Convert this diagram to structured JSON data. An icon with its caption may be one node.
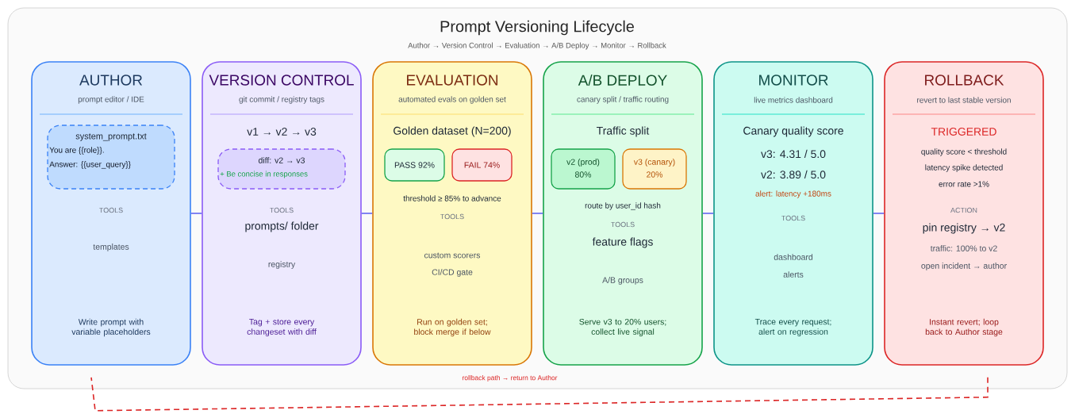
{
  "diagram": {
    "title": "Prompt Versioning Lifecycle",
    "nodes": [
      {
        "text": [
          "AUTHOR",
          "prompt editor / IDE",
          "TOOLS",
          "templates",
          "Write prompt with variable placeholders"
        ]
      },
      {
        "text": [
          "system_prompt.txt",
          "You are {{role}}.",
          "Answer: {{user_query}}"
        ],
        "in": 0
      },
      {
        "text": [
          "VERSION CONTROL",
          "git commit / registry tags",
          "v1 → v2 → v3",
          "TOOLS",
          "prompts/ folder",
          "registry",
          "Tag + store every changeset with diff"
        ]
      },
      {
        "text": [
          "diff: v2 → v3",
          "+ Be concise in responses"
        ],
        "in": 2
      },
      {
        "text": [
          "EVALUATION",
          "automated evals on golden set",
          "Golden dataset  (N=200)",
          "threshold ≥ 85% to advance",
          "TOOLS",
          "custom scorers",
          "CI/CD gate",
          "Run on golden set; block merge if below"
        ]
      },
      {
        "text": [
          "PASS  92%"
        ],
        "in": 4
      },
      {
        "text": [
          "FAIL  74%"
        ],
        "in": 4
      },
      {
        "text": [
          "A/B DEPLOY",
          "canary split / traffic routing",
          "Traffic split",
          "route by user_id hash",
          "TOOLS",
          "feature flags",
          "A/B groups",
          "Serve v3 to 20% users; collect live signal"
        ]
      },
      {
        "text": [
          "v2 (prod)",
          "80%"
        ],
        "in": 7
      },
      {
        "text": [
          "v3 (canary)",
          "20%"
        ],
        "in": 7
      },
      {
        "text": [
          "MONITOR",
          "live metrics dashboard",
          "Canary quality score",
          "v3: 4.31 / 5.0",
          "v2: 3.89 / 5.0",
          "alert: latency +180ms",
          "TOOLS",
          "dashboard",
          "alerts",
          "Trace every request; alert on regression"
        ]
      },
      {
        "text": [
          "ROLLBACK",
          "revert to last stable version",
          "TRIGGERED",
          "quality score < threshold",
          "latency spike detected",
          "error rate >1%",
          "ACTION",
          "pin registry → v2",
          "traffic: 100% to v2",
          "open incident → author",
          "Instant revert; loop back to Author stage"
        ]
      }
    ],
    "edges": [
      {
        "from": 0,
        "to": 2,
        "arrow": "none"
      },
      {
        "from": 2,
        "to": 4,
        "arrow": "none"
      },
      {
        "from": 4,
        "to": 7,
        "arrow": "none"
      },
      {
        "from": 7,
        "to": 10,
        "arrow": "none"
      },
      {
        "from": 10,
        "to": 11,
        "arrow": "none"
      },
      {
        "from": 11,
        "to": 0,
        "arrow": "none",
        "label": "rollback path → return to Author",
        "style": "dashed",
        "color": "#dc2626"
      }
    ],
    "labels": [
      "Author  →  Version Control  →  Evaluation  →  A/B Deploy  →  Monitor  →  Rollback"
    ]
  }
}
